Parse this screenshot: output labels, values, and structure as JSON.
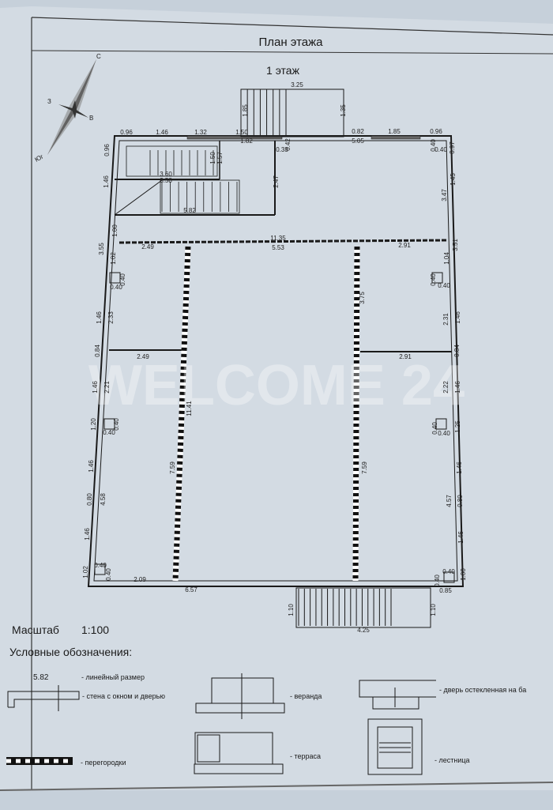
{
  "header": {
    "title": "План этажа",
    "floor": "1 этаж"
  },
  "compass": {
    "north": "С",
    "south": "Юг",
    "west": "З",
    "east": "В"
  },
  "watermark": "WELCOME 24",
  "plan": {
    "dimensions": [
      "3.25",
      "1.85",
      "1.35",
      "0.96",
      "1.46",
      "1.32",
      "1.50",
      "1.82",
      "0.42",
      "0.33",
      "0.82",
      "5.05",
      "1.85",
      "0.96",
      "0.40",
      "0.40",
      "0.97",
      "0.96",
      "1.50",
      "1.57",
      "3.60",
      "3.58",
      "1.46",
      "2.47",
      "1.45",
      "3.47",
      "5.82",
      "1.00",
      "3.55",
      "11.35",
      "2.49",
      "5.53",
      "2.91",
      "3.51",
      "1.02",
      "1.04",
      "0.40",
      "0.40",
      "0.40",
      "0.40",
      "1.46",
      "2.33",
      "3.75",
      "2.31",
      "1.46",
      "0.84",
      "0.84",
      "2.49",
      "2.91",
      "1.46",
      "2.21",
      "2.22",
      "1.46",
      "11.41",
      "1.20",
      "0.40",
      "0.40",
      "0.40",
      "0.40",
      "1.25",
      "7.59",
      "7.59",
      "1.46",
      "1.46",
      "0.80",
      "4.58",
      "4.57",
      "0.80",
      "1.46",
      "1.46",
      "1.02",
      "0.40",
      "0.40",
      "2.09",
      "0.40",
      "0.40",
      "1.00",
      "6.57",
      "0.85",
      "1.10",
      "1.10",
      "4.25"
    ]
  },
  "scale": {
    "label": "Масштаб",
    "value": "1:100"
  },
  "legend": {
    "title": "Условные обозначения:",
    "sample_dimension": "5.82",
    "items": {
      "linear": "- линейный размер",
      "wall": "- стена с окном и дверью",
      "partitions": "- перегородки",
      "veranda": "- веранда",
      "terrace": "- терраса",
      "glazed_door": "- дверь остекленная на ба",
      "stairs": "- лестница"
    }
  },
  "colors": {
    "paper": "#d3dbe3",
    "ink": "#1a1a1a"
  }
}
